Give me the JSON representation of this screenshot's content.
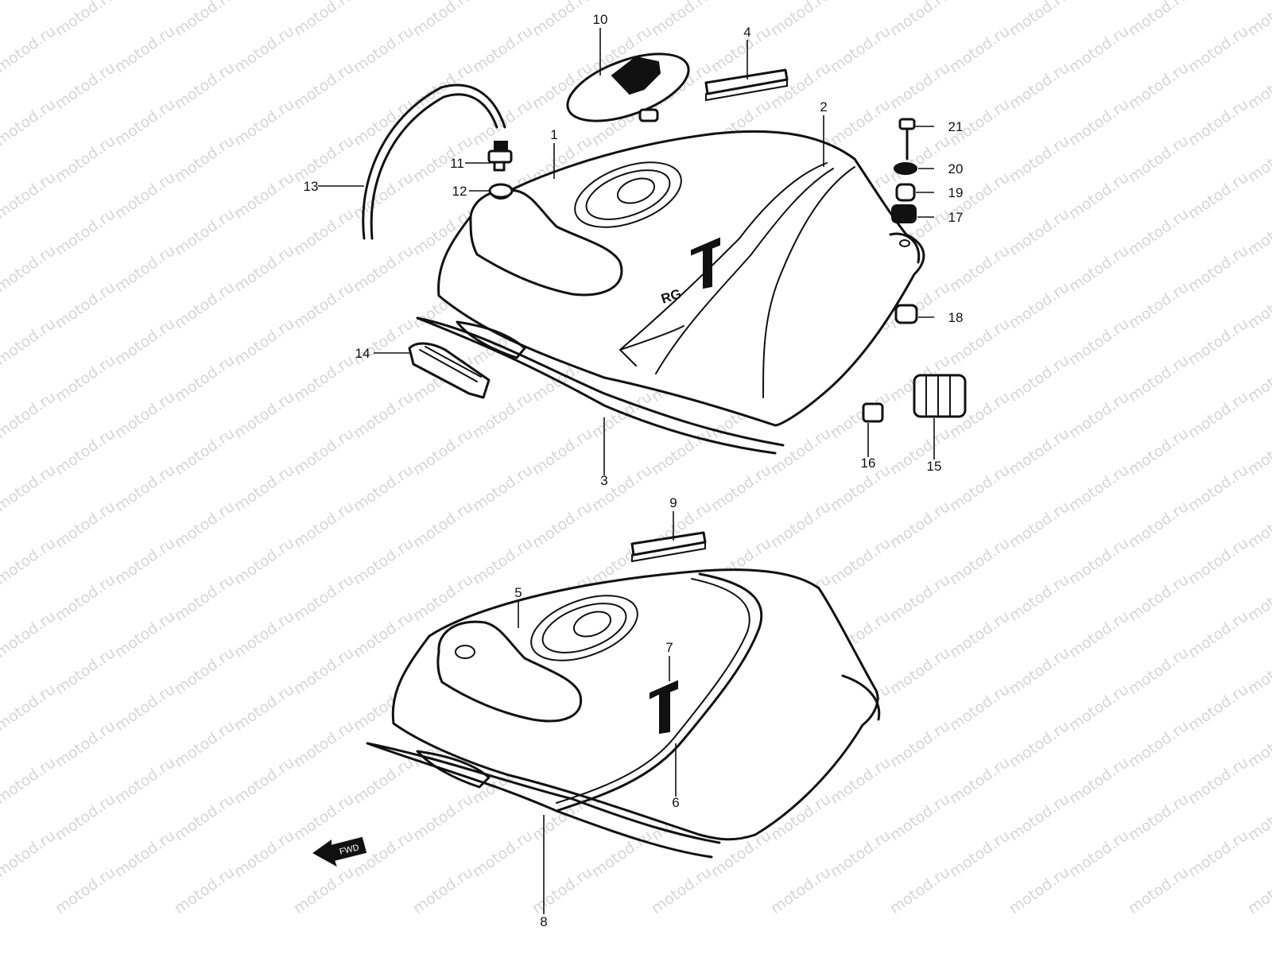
{
  "watermark": "motod.ru",
  "emblem": "RG",
  "fwd_arrow_label": "FWD",
  "callouts": [
    "1",
    "2",
    "3",
    "4",
    "5",
    "6",
    "7",
    "8",
    "9",
    "10",
    "11",
    "12",
    "13",
    "14",
    "15",
    "16",
    "17",
    "18",
    "19",
    "20",
    "21"
  ]
}
